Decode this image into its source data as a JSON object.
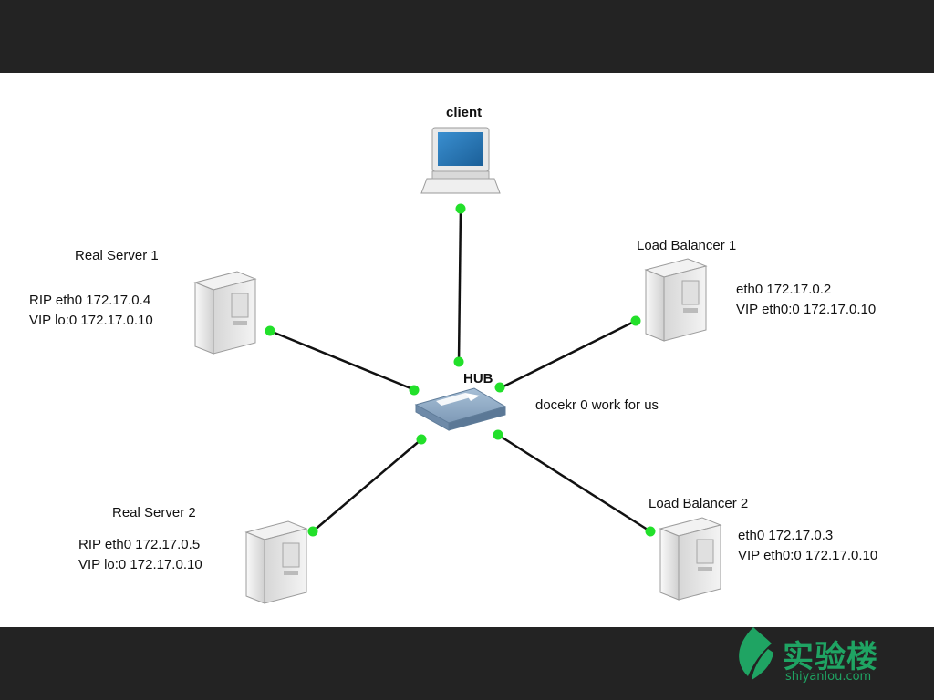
{
  "nodes": {
    "client": {
      "label": "client"
    },
    "hub": {
      "label": "HUB",
      "note": "docekr 0 work for us"
    },
    "real_server_1": {
      "title": "Real Server 1",
      "line1": "RIP eth0 172.17.0.4",
      "line2": "VIP lo:0  172.17.0.10"
    },
    "real_server_2": {
      "title": "Real Server 2",
      "line1": "RIP eth0 172.17.0.5",
      "line2": "VIP lo:0  172.17.0.10"
    },
    "load_balancer_1": {
      "title": "Load Balancer 1",
      "line1": "eth0 172.17.0.2",
      "line2": "VIP eth0:0  172.17.0.10"
    },
    "load_balancer_2": {
      "title": "Load Balancer 2",
      "line1": "eth0 172.17.0.3",
      "line2": "VIP eth0:0  172.17.0.10"
    }
  },
  "edges": [
    {
      "from": "hub",
      "to": "client"
    },
    {
      "from": "hub",
      "to": "real_server_1"
    },
    {
      "from": "hub",
      "to": "real_server_2"
    },
    {
      "from": "hub",
      "to": "load_balancer_1"
    },
    {
      "from": "hub",
      "to": "load_balancer_2"
    }
  ],
  "branding": {
    "name": "实验楼",
    "url": "shiyanlou.com"
  },
  "colors": {
    "link": "#111111",
    "port": "#22e02a",
    "brand": "#1fa463",
    "band": "#232323"
  }
}
